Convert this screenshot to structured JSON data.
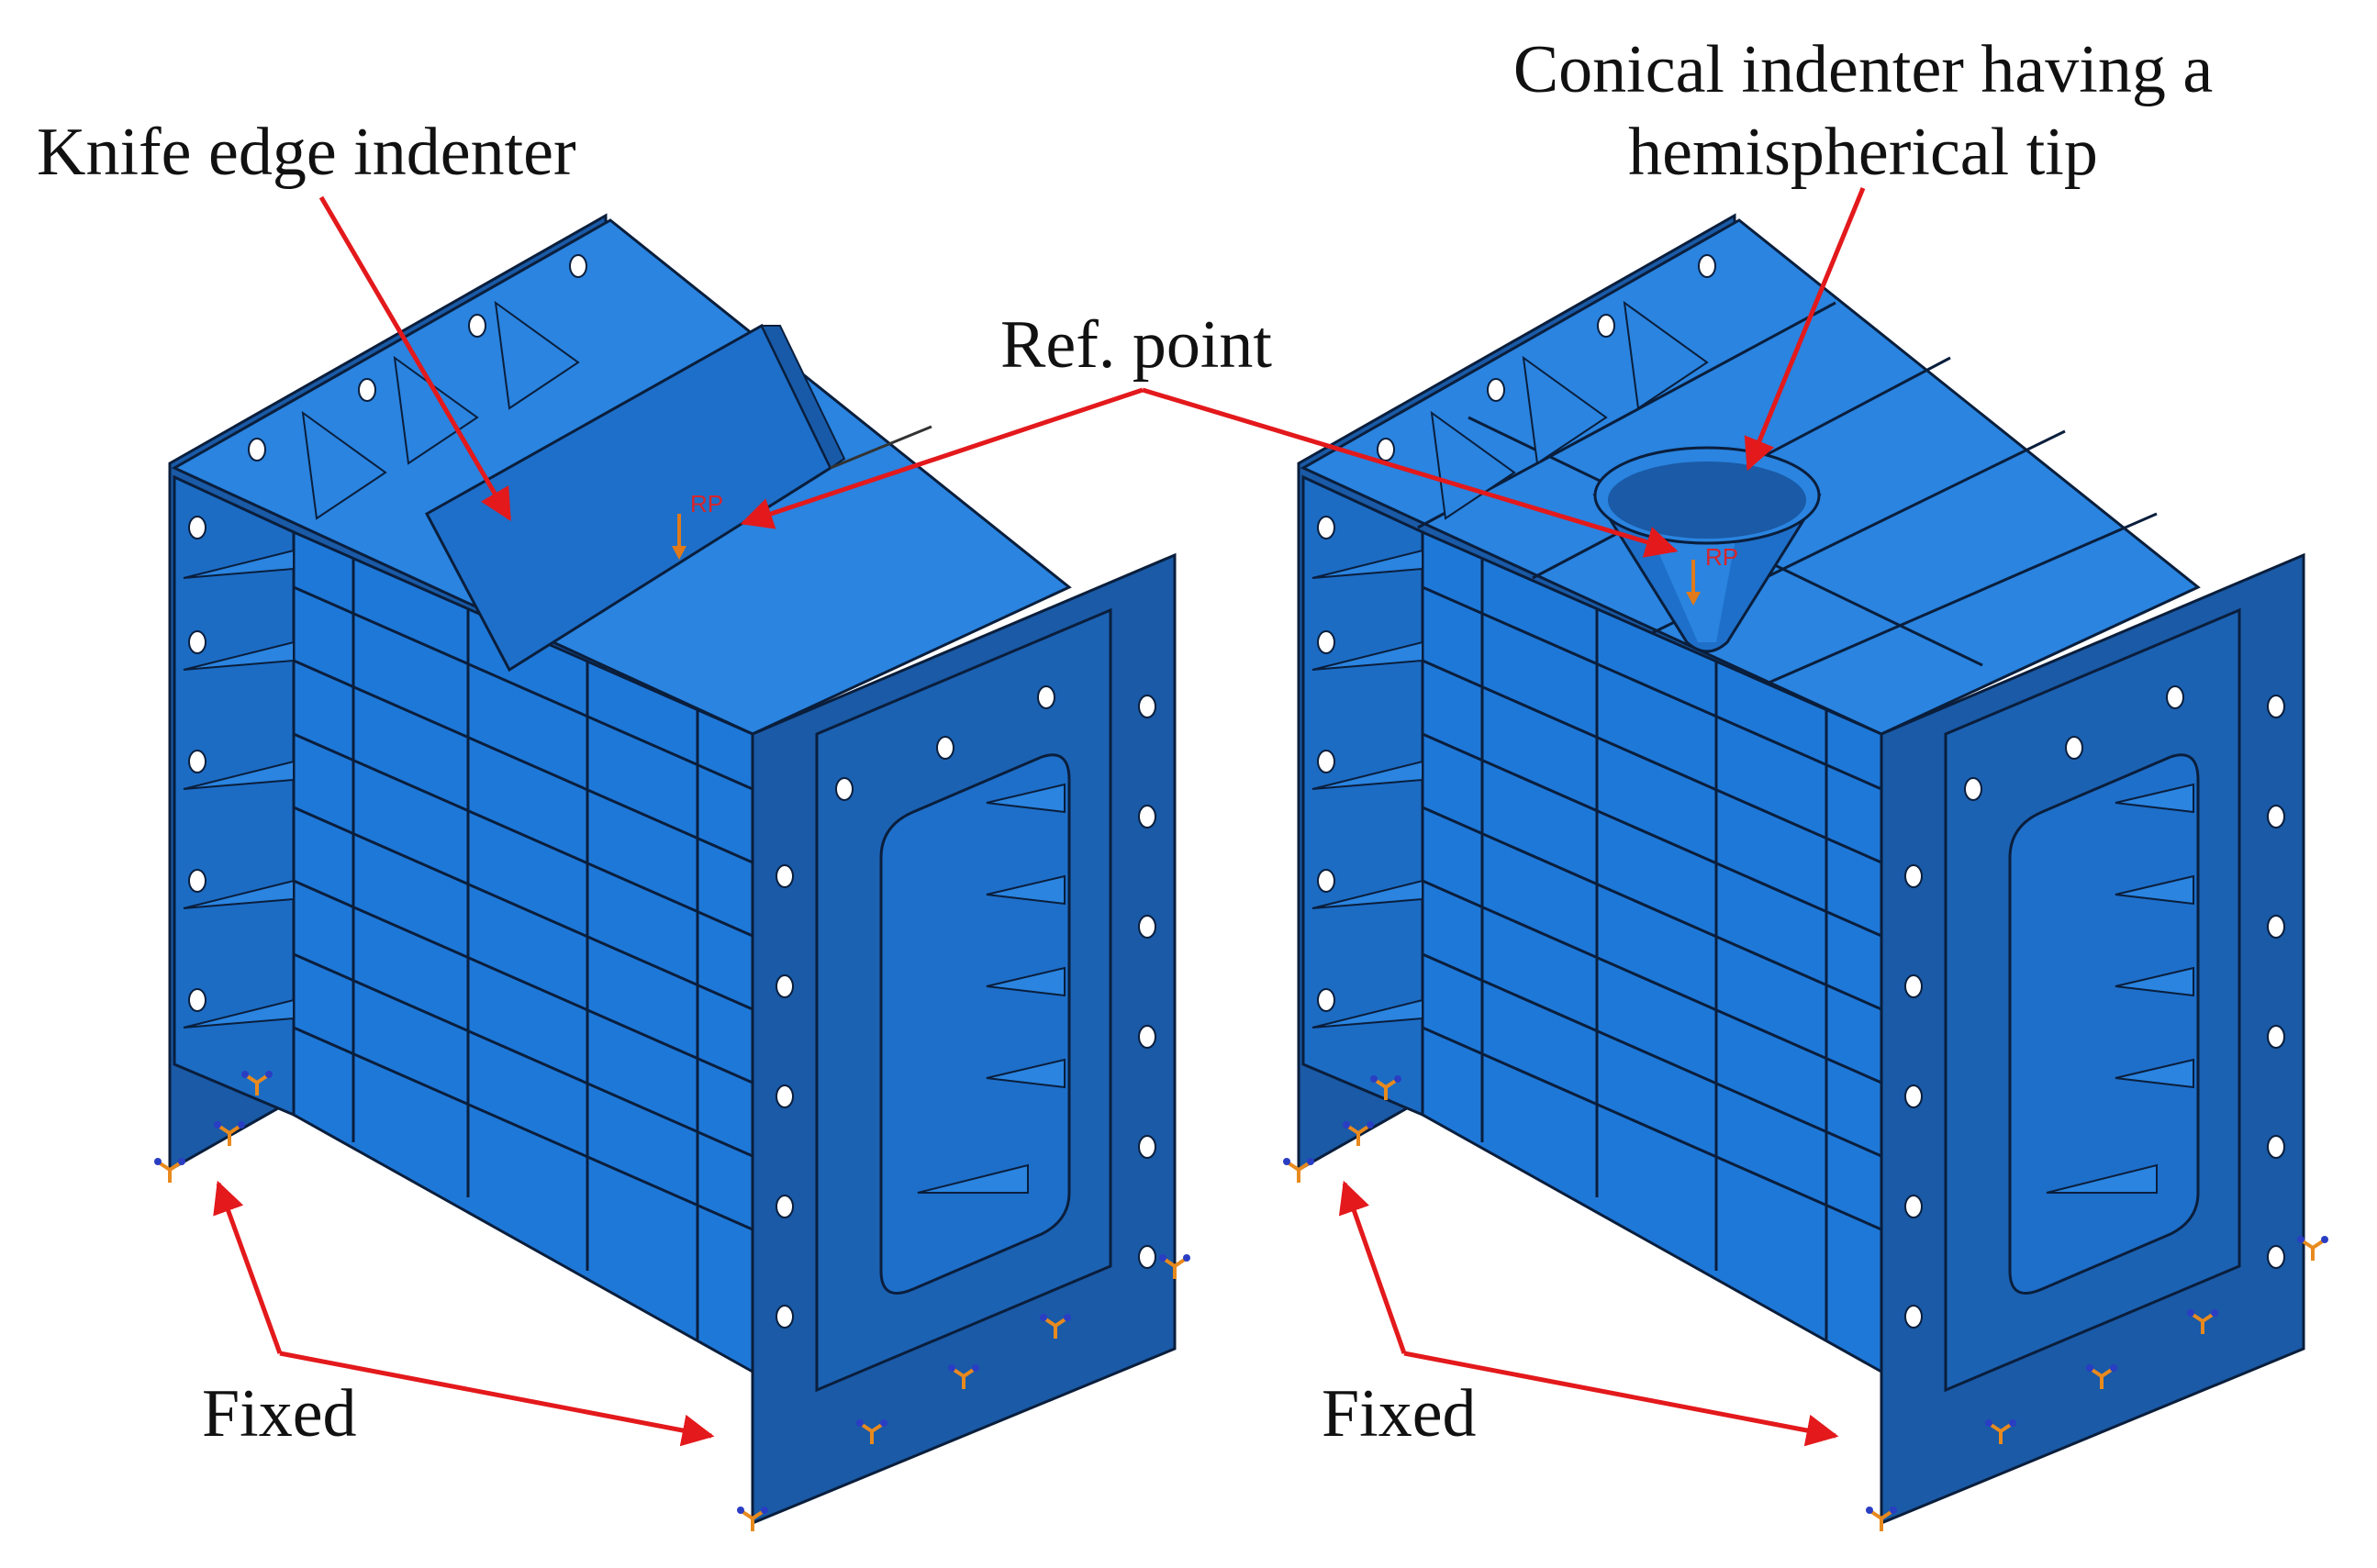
{
  "labels": {
    "knife": "Knife edge indenter",
    "conical_line1": "Conical indenter having a",
    "conical_line2": "hemispherical tip",
    "ref_point": "Ref. point",
    "fixed_left": "Fixed",
    "fixed_right": "Fixed"
  },
  "markers": {
    "rp_left": "RP",
    "rp_right": "RP"
  },
  "colors": {
    "plate_dark": "#1a5aa6",
    "body_top": "#2a84e0",
    "body_side": "#1e78d8",
    "mesh_line": "#0a1e3c",
    "arrow": "#e3191c",
    "rp_marker": "#e07a1a",
    "bc_symbol_orange": "#e88a1e",
    "bc_symbol_blue": "#2a3ec4"
  }
}
